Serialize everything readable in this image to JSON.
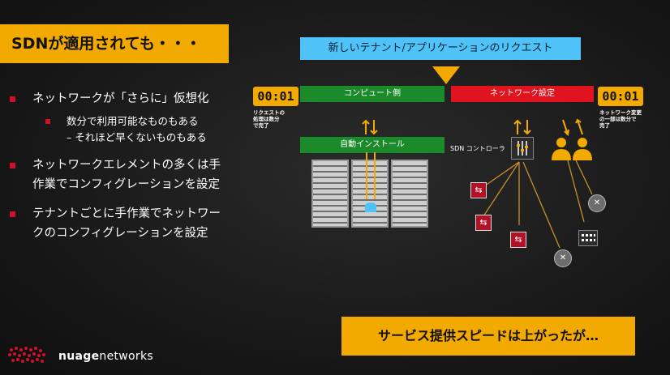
{
  "slide": {
    "title": "SDNが適用されても・・・",
    "bullets": {
      "b1": "ネットワークが「さらに」仮想化",
      "sub1": "数分で利用可能なものもある",
      "sub2": "– それほど早くないものもある",
      "b2_line1": "ネットワークエレメントの多くは手",
      "b2_line2": "作業でコンフィグレーションを設定",
      "b3_line1": "テナントごとに手作業でネットワー",
      "b3_line2": "クのコンフィグレーションを設定"
    },
    "request_bar": "新しいテナント/アプリケーションのリクエスト",
    "compute_label": "コンピュート側",
    "network_label": "ネットワーク設定",
    "auto_install": "自動インストール",
    "sdn_controller": "SDN コントローラ",
    "timer_left": "00:01",
    "timer_left_note": [
      "リクエストの",
      "処理は数分",
      "で完了"
    ],
    "timer_right": "00:01",
    "timer_right_note": [
      "ネットワーク変更",
      "の一部は数分で",
      "完了"
    ],
    "banner": "サービス提供スピードは上がったが…",
    "logo": {
      "bold": "nuage",
      "light": "networks"
    }
  },
  "colors": {
    "accent": "#f2a900",
    "green": "#1b8a2a",
    "red": "#e0141e",
    "cyan": "#4fc3f7"
  },
  "icons": [
    "swap-icon",
    "shuffle-icon",
    "controller-icon",
    "user-icon",
    "switch-icon"
  ]
}
